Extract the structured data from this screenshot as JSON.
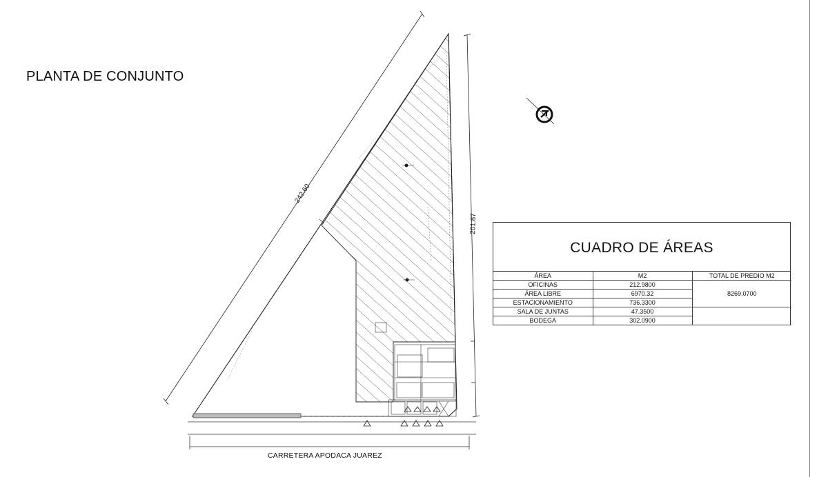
{
  "drawing": {
    "title": "PLANTA DE CONJUNTO",
    "road_label": "CARRETERA APODACA JUAREZ",
    "dimensions": {
      "diagonal": "242.60",
      "east": "201.87"
    },
    "compass_icon": "north-arrow-icon"
  },
  "areas_table": {
    "title": "CUADRO DE ÁREAS",
    "headers": [
      "ÁREA",
      "M2",
      "TOTAL DE PREDIO M2"
    ],
    "rows": [
      {
        "area": "OFICINAS",
        "m2": "212.9800"
      },
      {
        "area": "ÁREA LIBRE",
        "m2": "6970.32"
      },
      {
        "area": "ESTACIONAMIENTO",
        "m2": "736.3300"
      },
      {
        "area": "SALA DE JUNTAS",
        "m2": "47.3500"
      },
      {
        "area": "BODEGA",
        "m2": "302.0900"
      }
    ],
    "total": "8269.0700"
  },
  "colors": {
    "line": "#222222",
    "hatch": "#333333",
    "background": "#ffffff"
  }
}
